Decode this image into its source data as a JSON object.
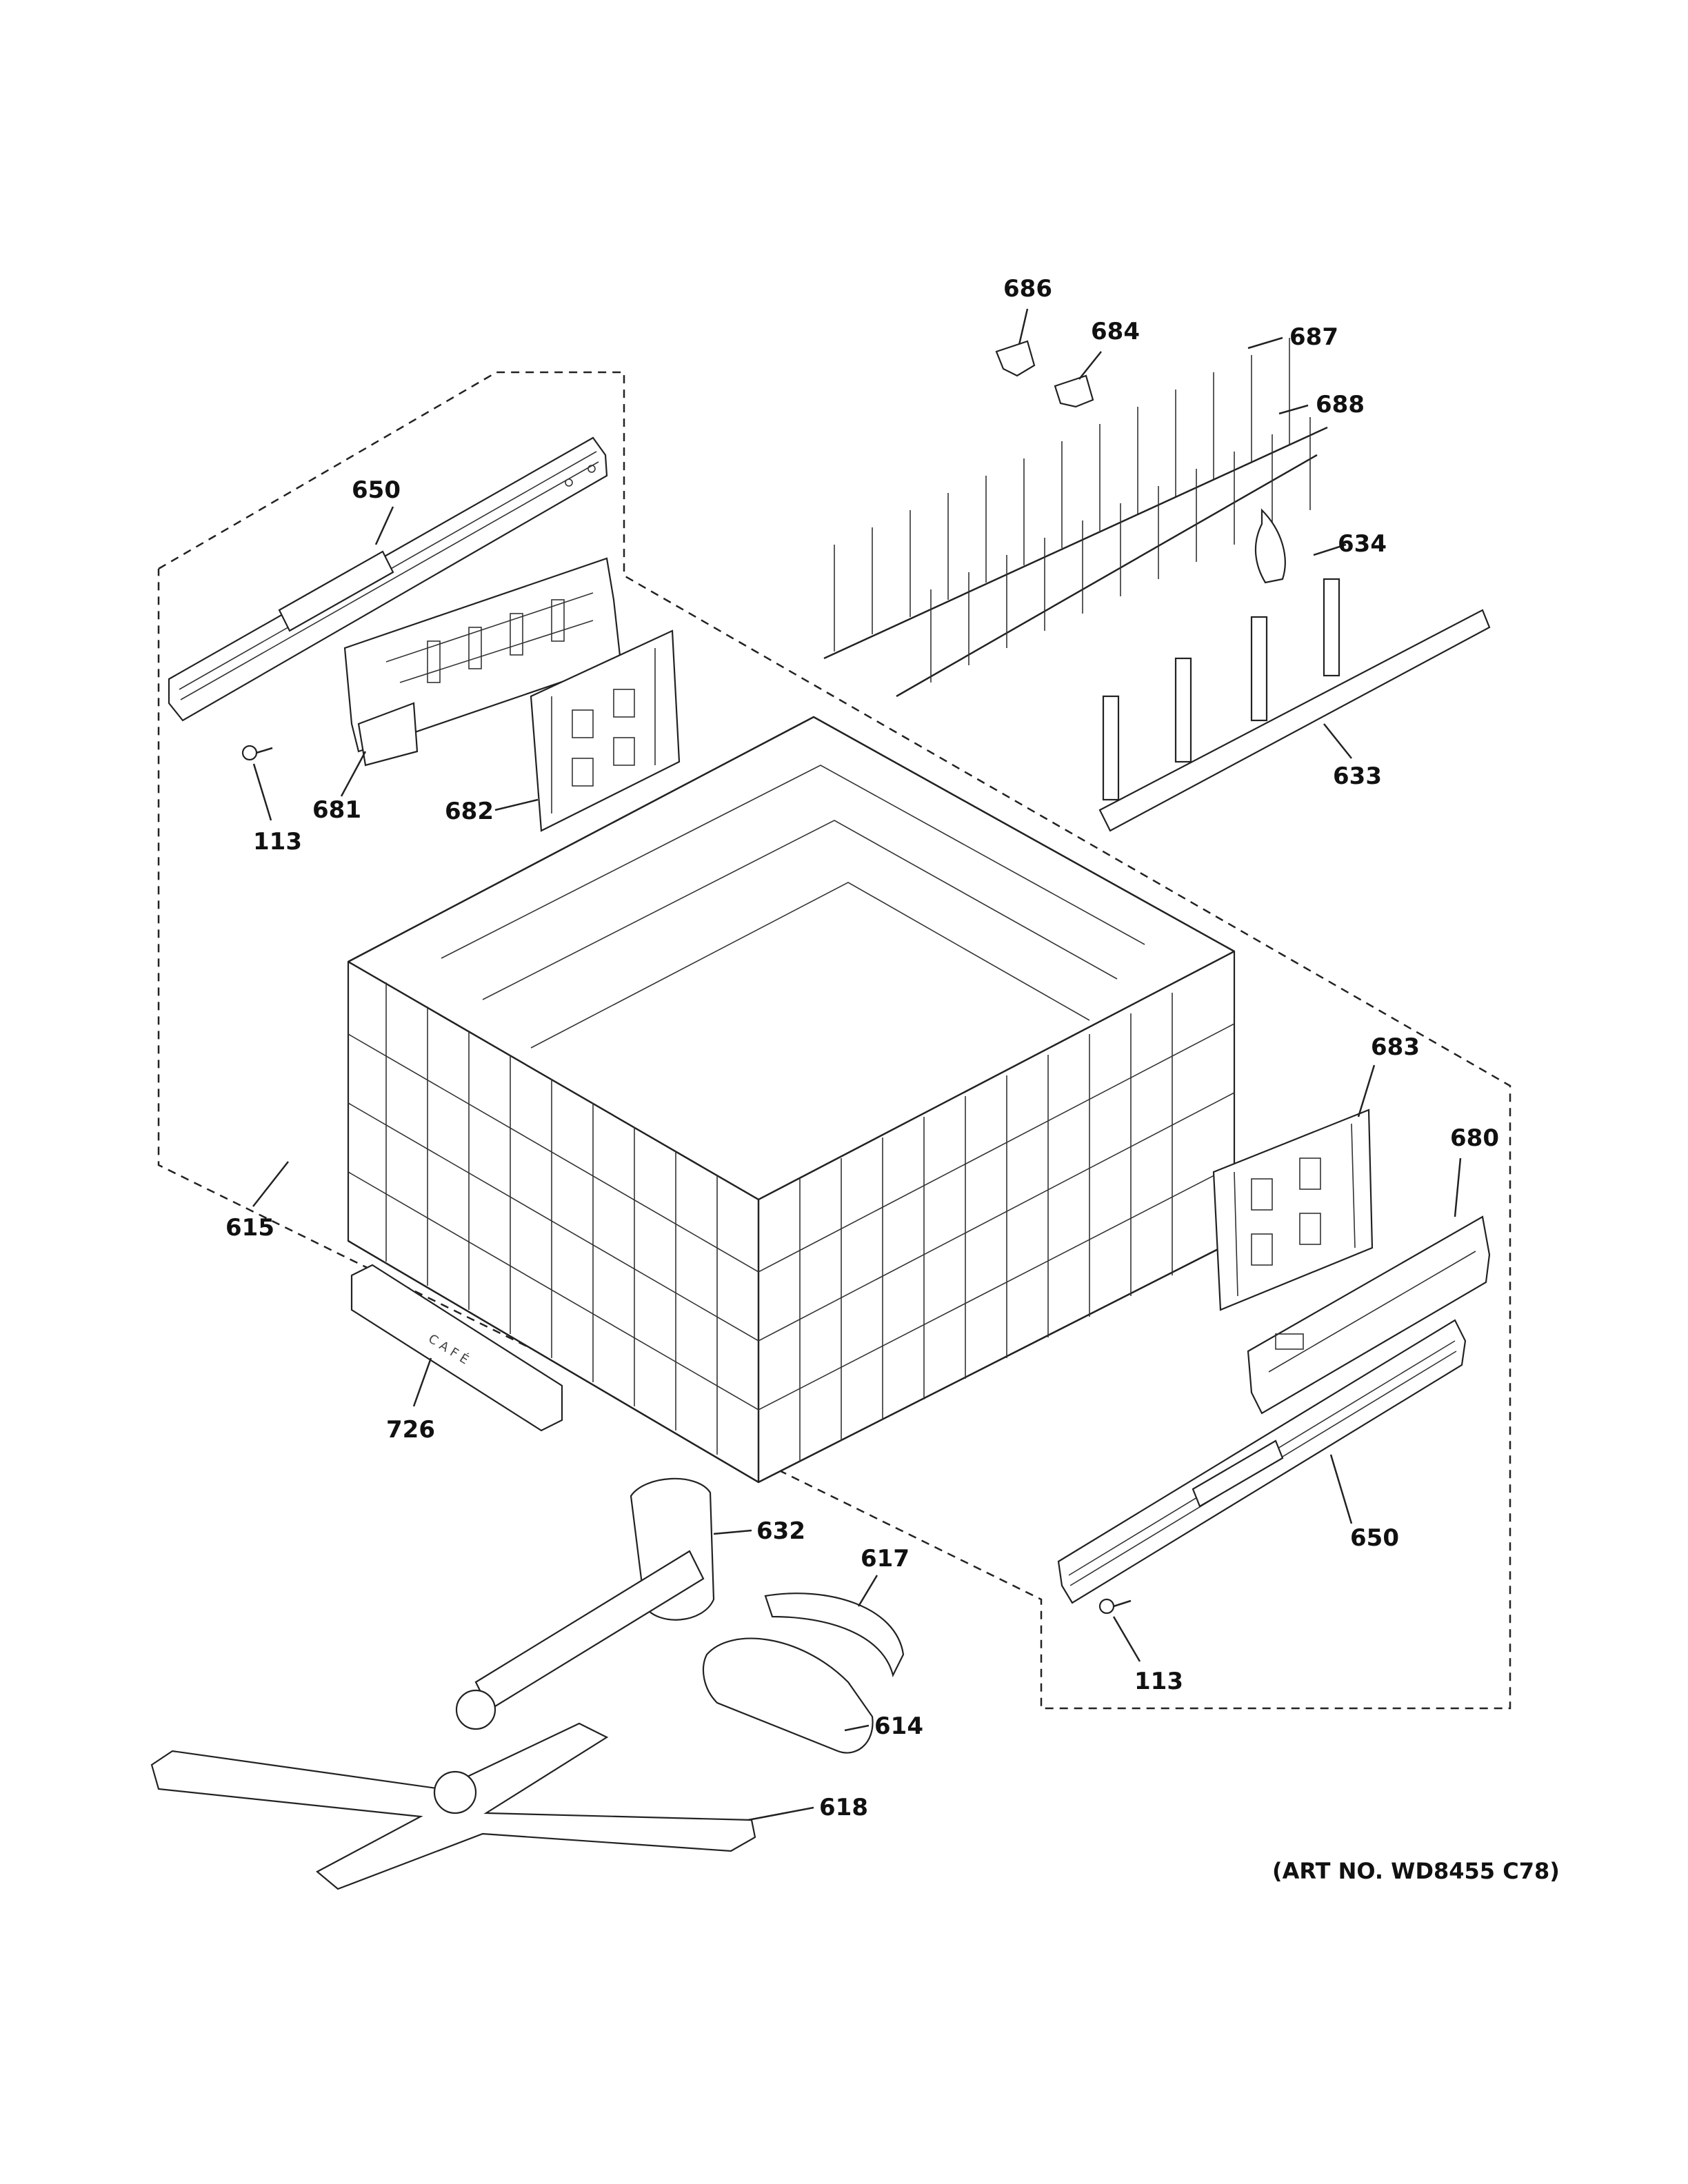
{
  "diagram": {
    "art_number": "(ART NO. WD8455 C78)",
    "brand_mark": "CAFÉ",
    "callouts": {
      "c686": "686",
      "c684": "684",
      "c687": "687",
      "c688": "688",
      "c650_top": "650",
      "c634": "634",
      "c633": "633",
      "c681": "681",
      "c682": "682",
      "c113_left": "113",
      "c683": "683",
      "c680": "680",
      "c615": "615",
      "c726": "726",
      "c650_bottom": "650",
      "c632": "632",
      "c617": "617",
      "c614": "614",
      "c113_right": "113",
      "c618": "618"
    }
  }
}
